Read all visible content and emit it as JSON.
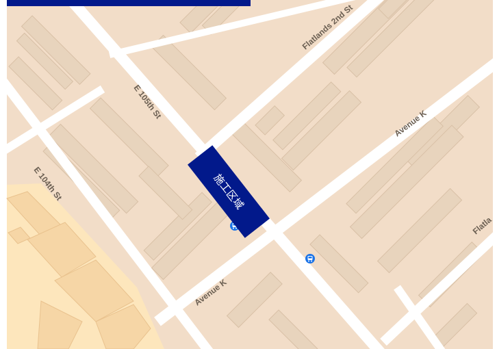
{
  "map": {
    "street_labels": {
      "e105": "E 105th St",
      "e104": "E 104th St",
      "flatlands2": "Flatlands 2nd St",
      "avek_top": "Avenue K",
      "avek_bottom": "Avenue K",
      "flatlands_edge": "Flatla"
    },
    "zone_label": "施工区域",
    "icons": [
      "bus-stop-icon",
      "bus-stop-icon"
    ],
    "colors": {
      "land": "#f2ddc8",
      "building": "#e8d4bd",
      "building_stroke": "#d8c0a6",
      "road": "#ffffff",
      "school": "#fde6bc",
      "school_building": "#f6d6a6",
      "zone": "#02198b",
      "bus": "#1a73e8",
      "label": "#6b5f52"
    }
  }
}
